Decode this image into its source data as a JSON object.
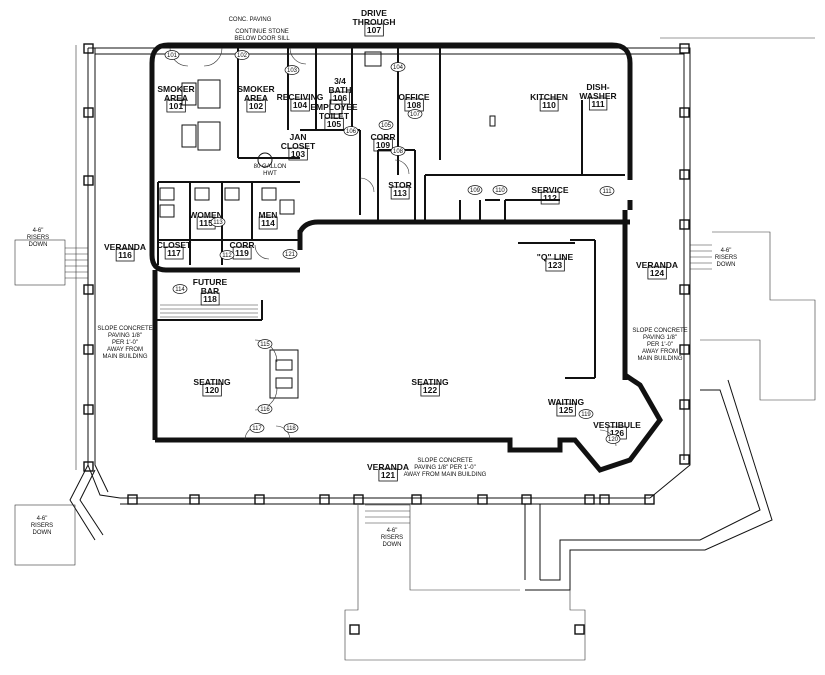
{
  "rooms": [
    {
      "name": "SMOKER\nAREA",
      "num": "101"
    },
    {
      "name": "SMOKER\nAREA",
      "num": "102"
    },
    {
      "name": "RECEIVING",
      "num": "104"
    },
    {
      "name": "3/4\nBATH",
      "num": "106"
    },
    {
      "name": "EMPLOYEE\nTOILET",
      "num": "105"
    },
    {
      "name": "OFFICE",
      "num": "108"
    },
    {
      "name": "KITCHEN",
      "num": "110"
    },
    {
      "name": "DISH-\nWASHER",
      "num": "111"
    },
    {
      "name": "JAN\nCLOSET",
      "num": "103"
    },
    {
      "name": "CORR",
      "num": "109"
    },
    {
      "name": "STOR",
      "num": "113"
    },
    {
      "name": "SERVICE",
      "num": "112"
    },
    {
      "name": "WOMEN",
      "num": "115"
    },
    {
      "name": "MEN",
      "num": "114"
    },
    {
      "name": "CLOSET",
      "num": "117"
    },
    {
      "name": "CORR",
      "num": "119"
    },
    {
      "name": "FUTURE\nBAR",
      "num": "118"
    },
    {
      "name": "\"Q\" LINE",
      "num": "123"
    },
    {
      "name": "VERANDA",
      "num": "116"
    },
    {
      "name": "VERANDA",
      "num": "124"
    },
    {
      "name": "SEATING",
      "num": "120"
    },
    {
      "name": "SEATING",
      "num": "122"
    },
    {
      "name": "WAITING",
      "num": "125"
    },
    {
      "name": "VESTIBULE",
      "num": "126"
    },
    {
      "name": "VERANDA",
      "num": "121"
    },
    {
      "name": "DRIVE\nTHROUGH",
      "num": "107"
    }
  ],
  "doors": [
    "101",
    "102",
    "103",
    "104",
    "106",
    "107",
    "105",
    "108",
    "109",
    "110",
    "111",
    "113",
    "112",
    "121",
    "114",
    "115",
    "116",
    "117",
    "118",
    "119",
    "120"
  ],
  "notes": {
    "conc_paving": "CONC. PAVING",
    "continue_stone": "CONTINUE STONE\nBELOW DOOR SILL",
    "hwt": "80 GALLON\nHWT",
    "slope_left": "SLOPE CONCRETE\nPAVING 1/8\"\nPER 1'-0\"\nAWAY FROM\nMAIN BUILDING",
    "slope_right": "SLOPE CONCRETE\nPAVING 1/8\"\nPER 1'-0\"\nAWAY FROM\nMAIN BUILDING",
    "slope_bottom": "SLOPE CONCRETE\nPAVING 1/8\" PER 1'-0\"\nAWAY FROM MAIN BUILDING",
    "risers_left_top": "4-6\"\nRISERS\nDOWN",
    "risers_right_top": "4-6\"\nRISERS\nDOWN",
    "risers_center": "4-6\"\nRISERS\nDOWN",
    "risers_left_bottom": "4-6\"\nRISERS\nDOWN"
  },
  "colors": {
    "ink": "#111111",
    "paper": "#ffffff"
  }
}
